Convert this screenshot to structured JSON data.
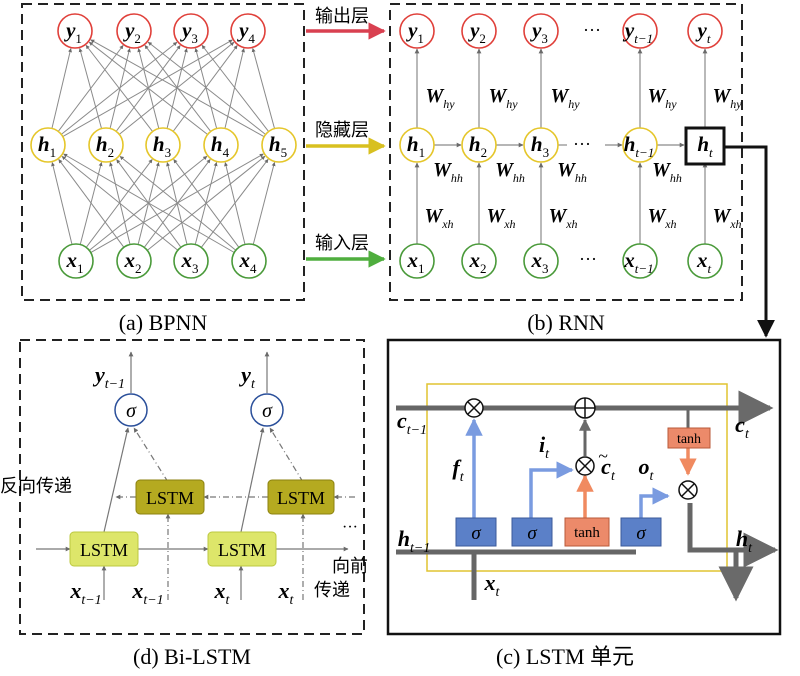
{
  "bpnn": {
    "outputs": [
      {
        "b": "y",
        "s": "1"
      },
      {
        "b": "y",
        "s": "2"
      },
      {
        "b": "y",
        "s": "3"
      },
      {
        "b": "y",
        "s": "4"
      }
    ],
    "hidden": [
      {
        "b": "h",
        "s": "1"
      },
      {
        "b": "h",
        "s": "2"
      },
      {
        "b": "h",
        "s": "3"
      },
      {
        "b": "h",
        "s": "4"
      },
      {
        "b": "h",
        "s": "5"
      }
    ],
    "inputs": [
      {
        "b": "x",
        "s": "1"
      },
      {
        "b": "x",
        "s": "2"
      },
      {
        "b": "x",
        "s": "3"
      },
      {
        "b": "x",
        "s": "4"
      }
    ],
    "caption": "(a) BPNN"
  },
  "layer_labels": {
    "output": "输出层",
    "hidden": "隐藏层",
    "input": "输入层"
  },
  "rnn": {
    "outputs": [
      {
        "b": "y",
        "s": "1"
      },
      {
        "b": "y",
        "s": "2"
      },
      {
        "b": "y",
        "s": "3"
      },
      {
        "b": "y",
        "s": "t−1"
      },
      {
        "b": "y",
        "s": "t"
      }
    ],
    "hidden": [
      {
        "b": "h",
        "s": "1"
      },
      {
        "b": "h",
        "s": "2"
      },
      {
        "b": "h",
        "s": "3"
      },
      {
        "b": "h",
        "s": "t−1"
      },
      {
        "b": "h",
        "s": "t"
      }
    ],
    "inputs": [
      {
        "b": "x",
        "s": "1"
      },
      {
        "b": "x",
        "s": "2"
      },
      {
        "b": "x",
        "s": "3"
      },
      {
        "b": "x",
        "s": "t−1"
      },
      {
        "b": "x",
        "s": "t"
      }
    ],
    "w_hy": {
      "b": "W",
      "s": "hy"
    },
    "w_hh": {
      "b": "W",
      "s": "hh"
    },
    "w_xh": {
      "b": "W",
      "s": "xh"
    },
    "ellipsis": "···",
    "caption": "(b) RNN"
  },
  "lstm": {
    "c_prev": {
      "b": "c",
      "s": "t−1"
    },
    "c_t": {
      "b": "c",
      "s": "t"
    },
    "h_prev": {
      "b": "h",
      "s": "t−1"
    },
    "h_t": {
      "b": "h",
      "s": "t"
    },
    "x_t": {
      "b": "x",
      "s": "t"
    },
    "f_t": {
      "b": "f",
      "s": "t"
    },
    "i_t": {
      "b": "i",
      "s": "t"
    },
    "c_tilde": {
      "b": "c",
      "s": "t"
    },
    "o_t": {
      "b": "o",
      "s": "t"
    },
    "sigma": "σ",
    "tanh": "tanh",
    "caption": "(c) LSTM 单元"
  },
  "bilstm": {
    "y_prev": {
      "b": "y",
      "s": "t−1"
    },
    "y_t": {
      "b": "y",
      "s": "t"
    },
    "x_prev": {
      "b": "x",
      "s": "t−1"
    },
    "x_t": {
      "b": "x",
      "s": "t"
    },
    "sigma": "σ",
    "cell": "LSTM",
    "backward": "反向传递",
    "forward_1": "向前",
    "forward_2": "传递",
    "ellipsis": "···",
    "caption": "(d) Bi-LSTM"
  },
  "colors": {
    "output_ring": "#e0403a",
    "hidden_ring": "#e5c62a",
    "input_ring": "#4a9a3a",
    "sigma_ring": "#2a4f9a",
    "arrow_out": "#d94050",
    "arrow_hid": "#d8c020",
    "arrow_in": "#4fae3e",
    "gate_fill": "#5b80c8",
    "tanh_fill": "#ec8a6a",
    "lstm_cell_light": "#dde66a",
    "lstm_cell_dark": "#b5aa20",
    "flow_blue": "#7a9be0",
    "flow_orange": "#f08a60",
    "line_gray": "#666666"
  }
}
